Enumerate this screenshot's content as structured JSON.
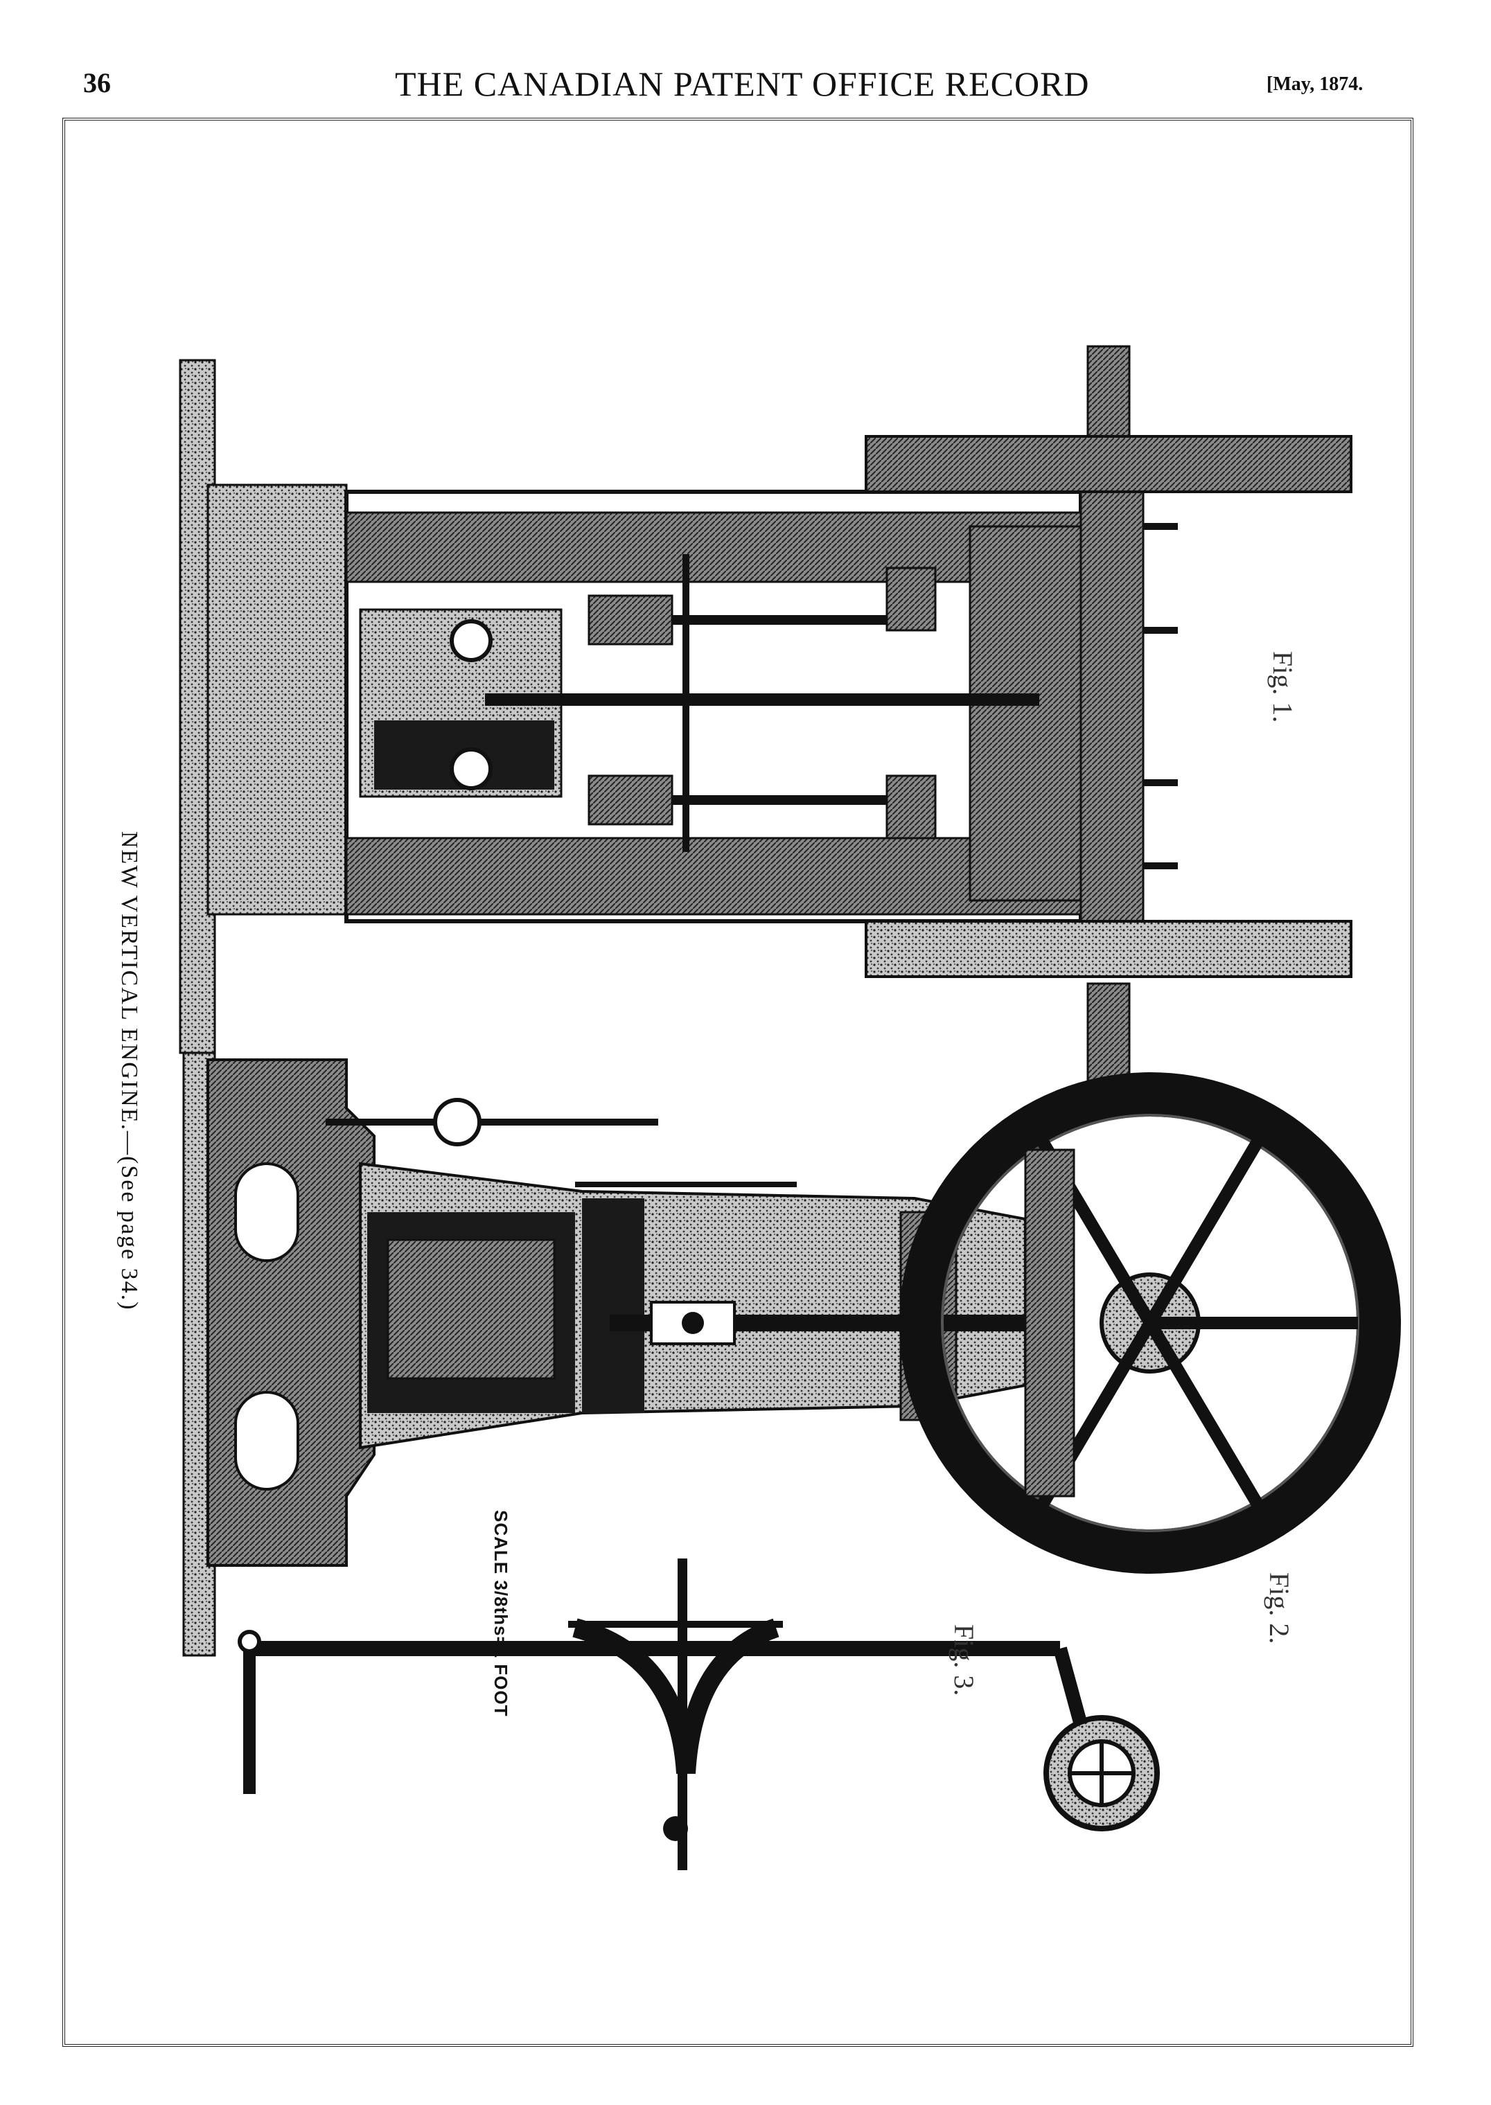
{
  "header": {
    "page_number": "36",
    "journal_title": "THE CANADIAN PATENT OFFICE RECORD",
    "issue_date": "[May, 1874."
  },
  "plate": {
    "caption": "NEW VERTICAL ENGINE.—(See page 34.)",
    "scale_note": "SCALE 3/8ths=1 FOOT",
    "figures": [
      {
        "label": "Fig. 1."
      },
      {
        "label": "Fig. 2."
      },
      {
        "label": "Fig. 3."
      }
    ]
  }
}
